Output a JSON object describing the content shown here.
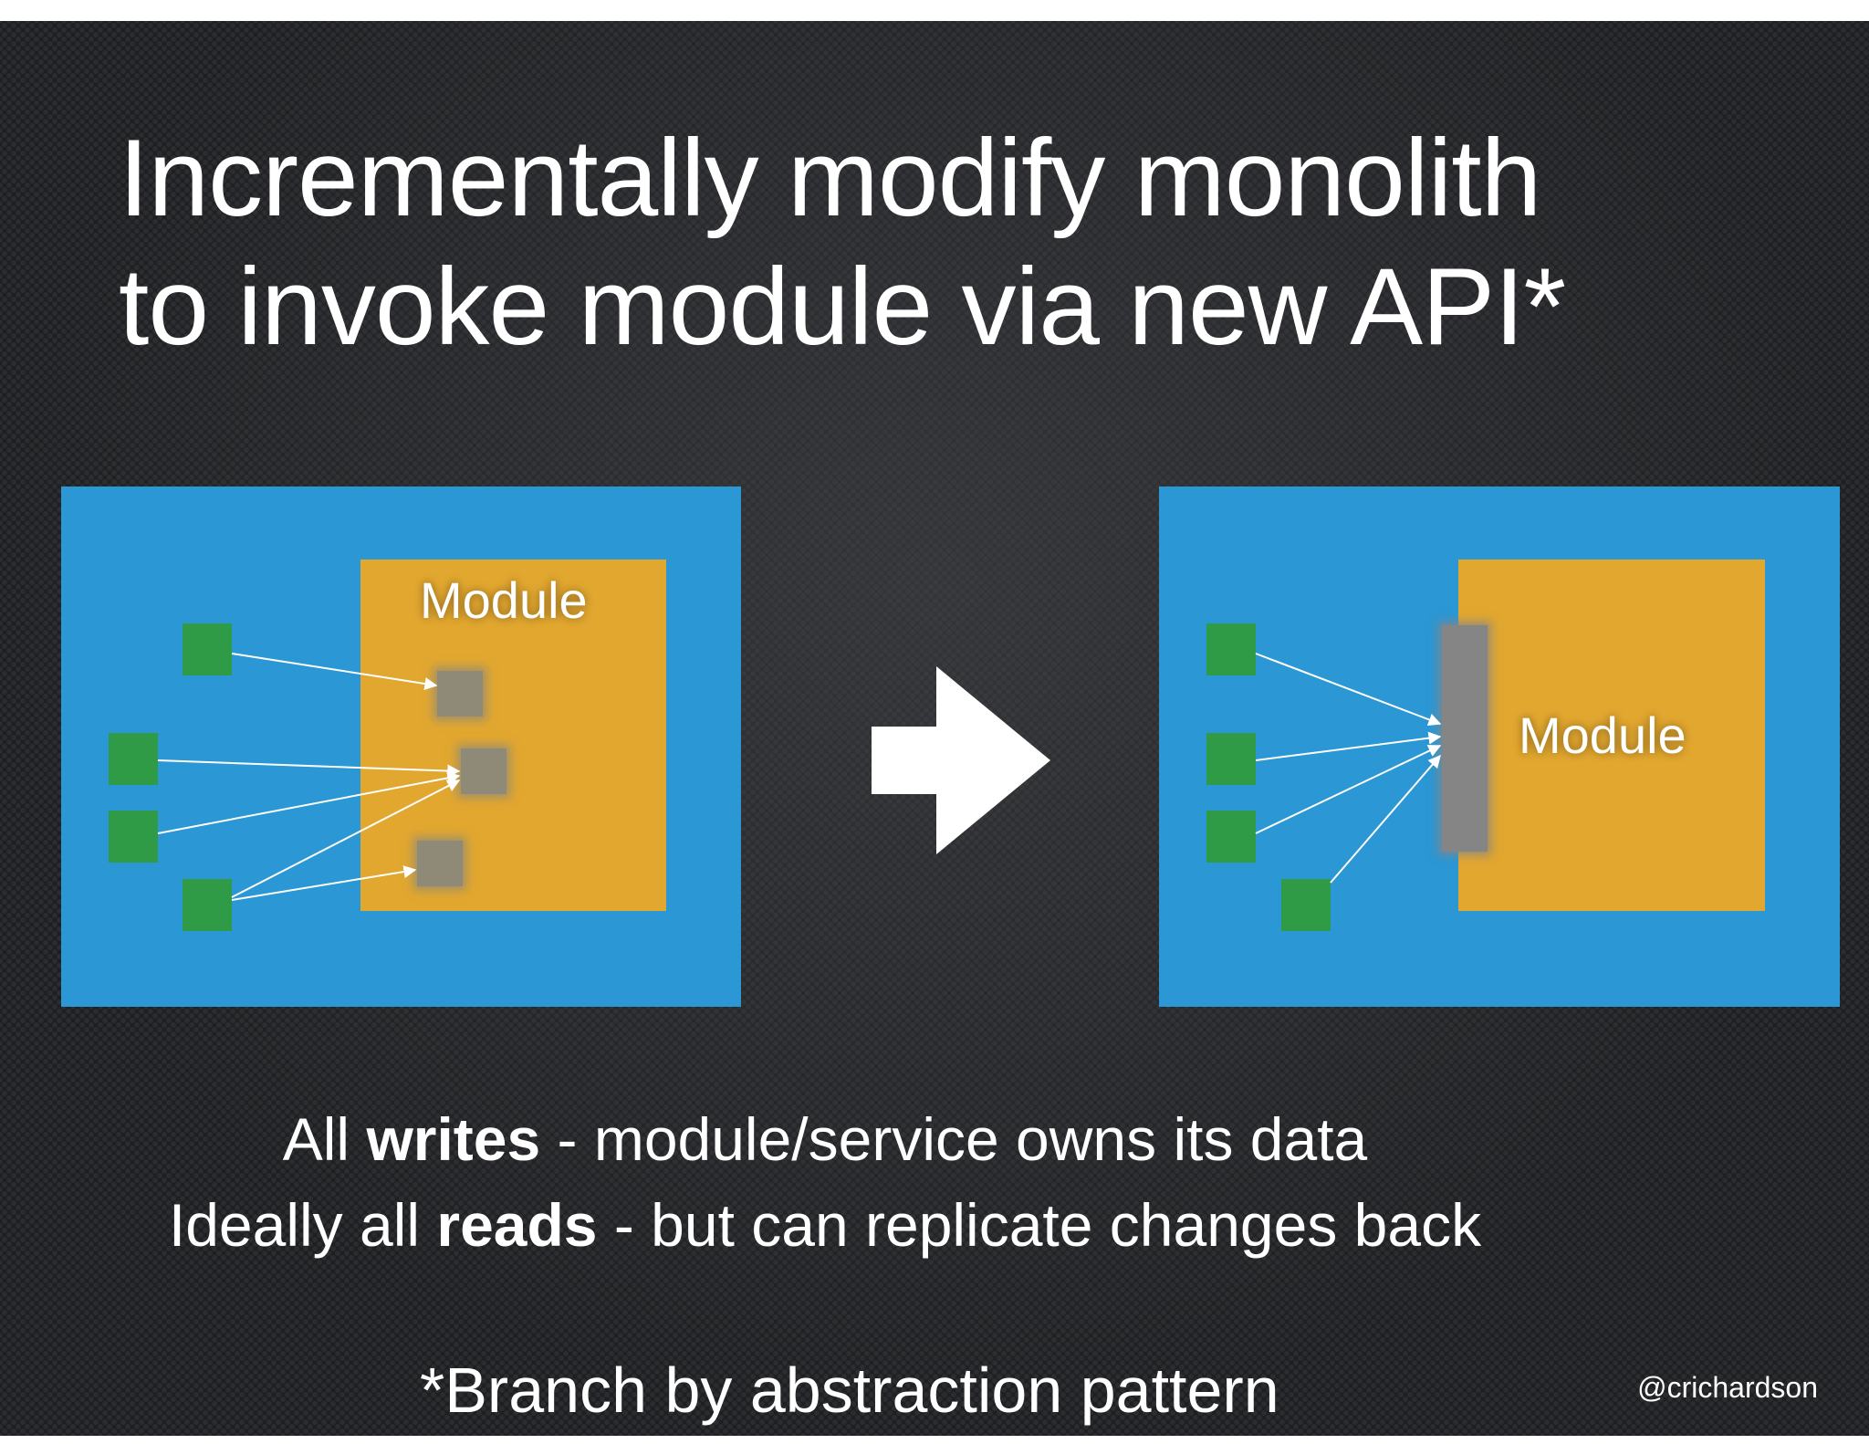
{
  "title": {
    "line1": "Incrementally modify monolith",
    "line2": "to invoke module via new API*"
  },
  "diagram": {
    "before": {
      "module_label": "Module"
    },
    "after": {
      "module_label": "Module"
    },
    "colors": {
      "monolith": "#2b97d4",
      "module": "#e2a72f",
      "client": "#2f9b46",
      "endpoint": "#8f8a78",
      "api": "#858586",
      "arrow": "#ffffff"
    },
    "transition_arrow_icon": "right-arrow-icon"
  },
  "body": {
    "line1": {
      "prefix": "All ",
      "bold": "writes",
      "suffix": " - module/service owns its data"
    },
    "line2": {
      "prefix": "Ideally all ",
      "bold": "reads",
      "suffix": " - but can replicate changes back"
    }
  },
  "footnote": "*Branch by abstraction pattern",
  "handle": "@crichardson"
}
